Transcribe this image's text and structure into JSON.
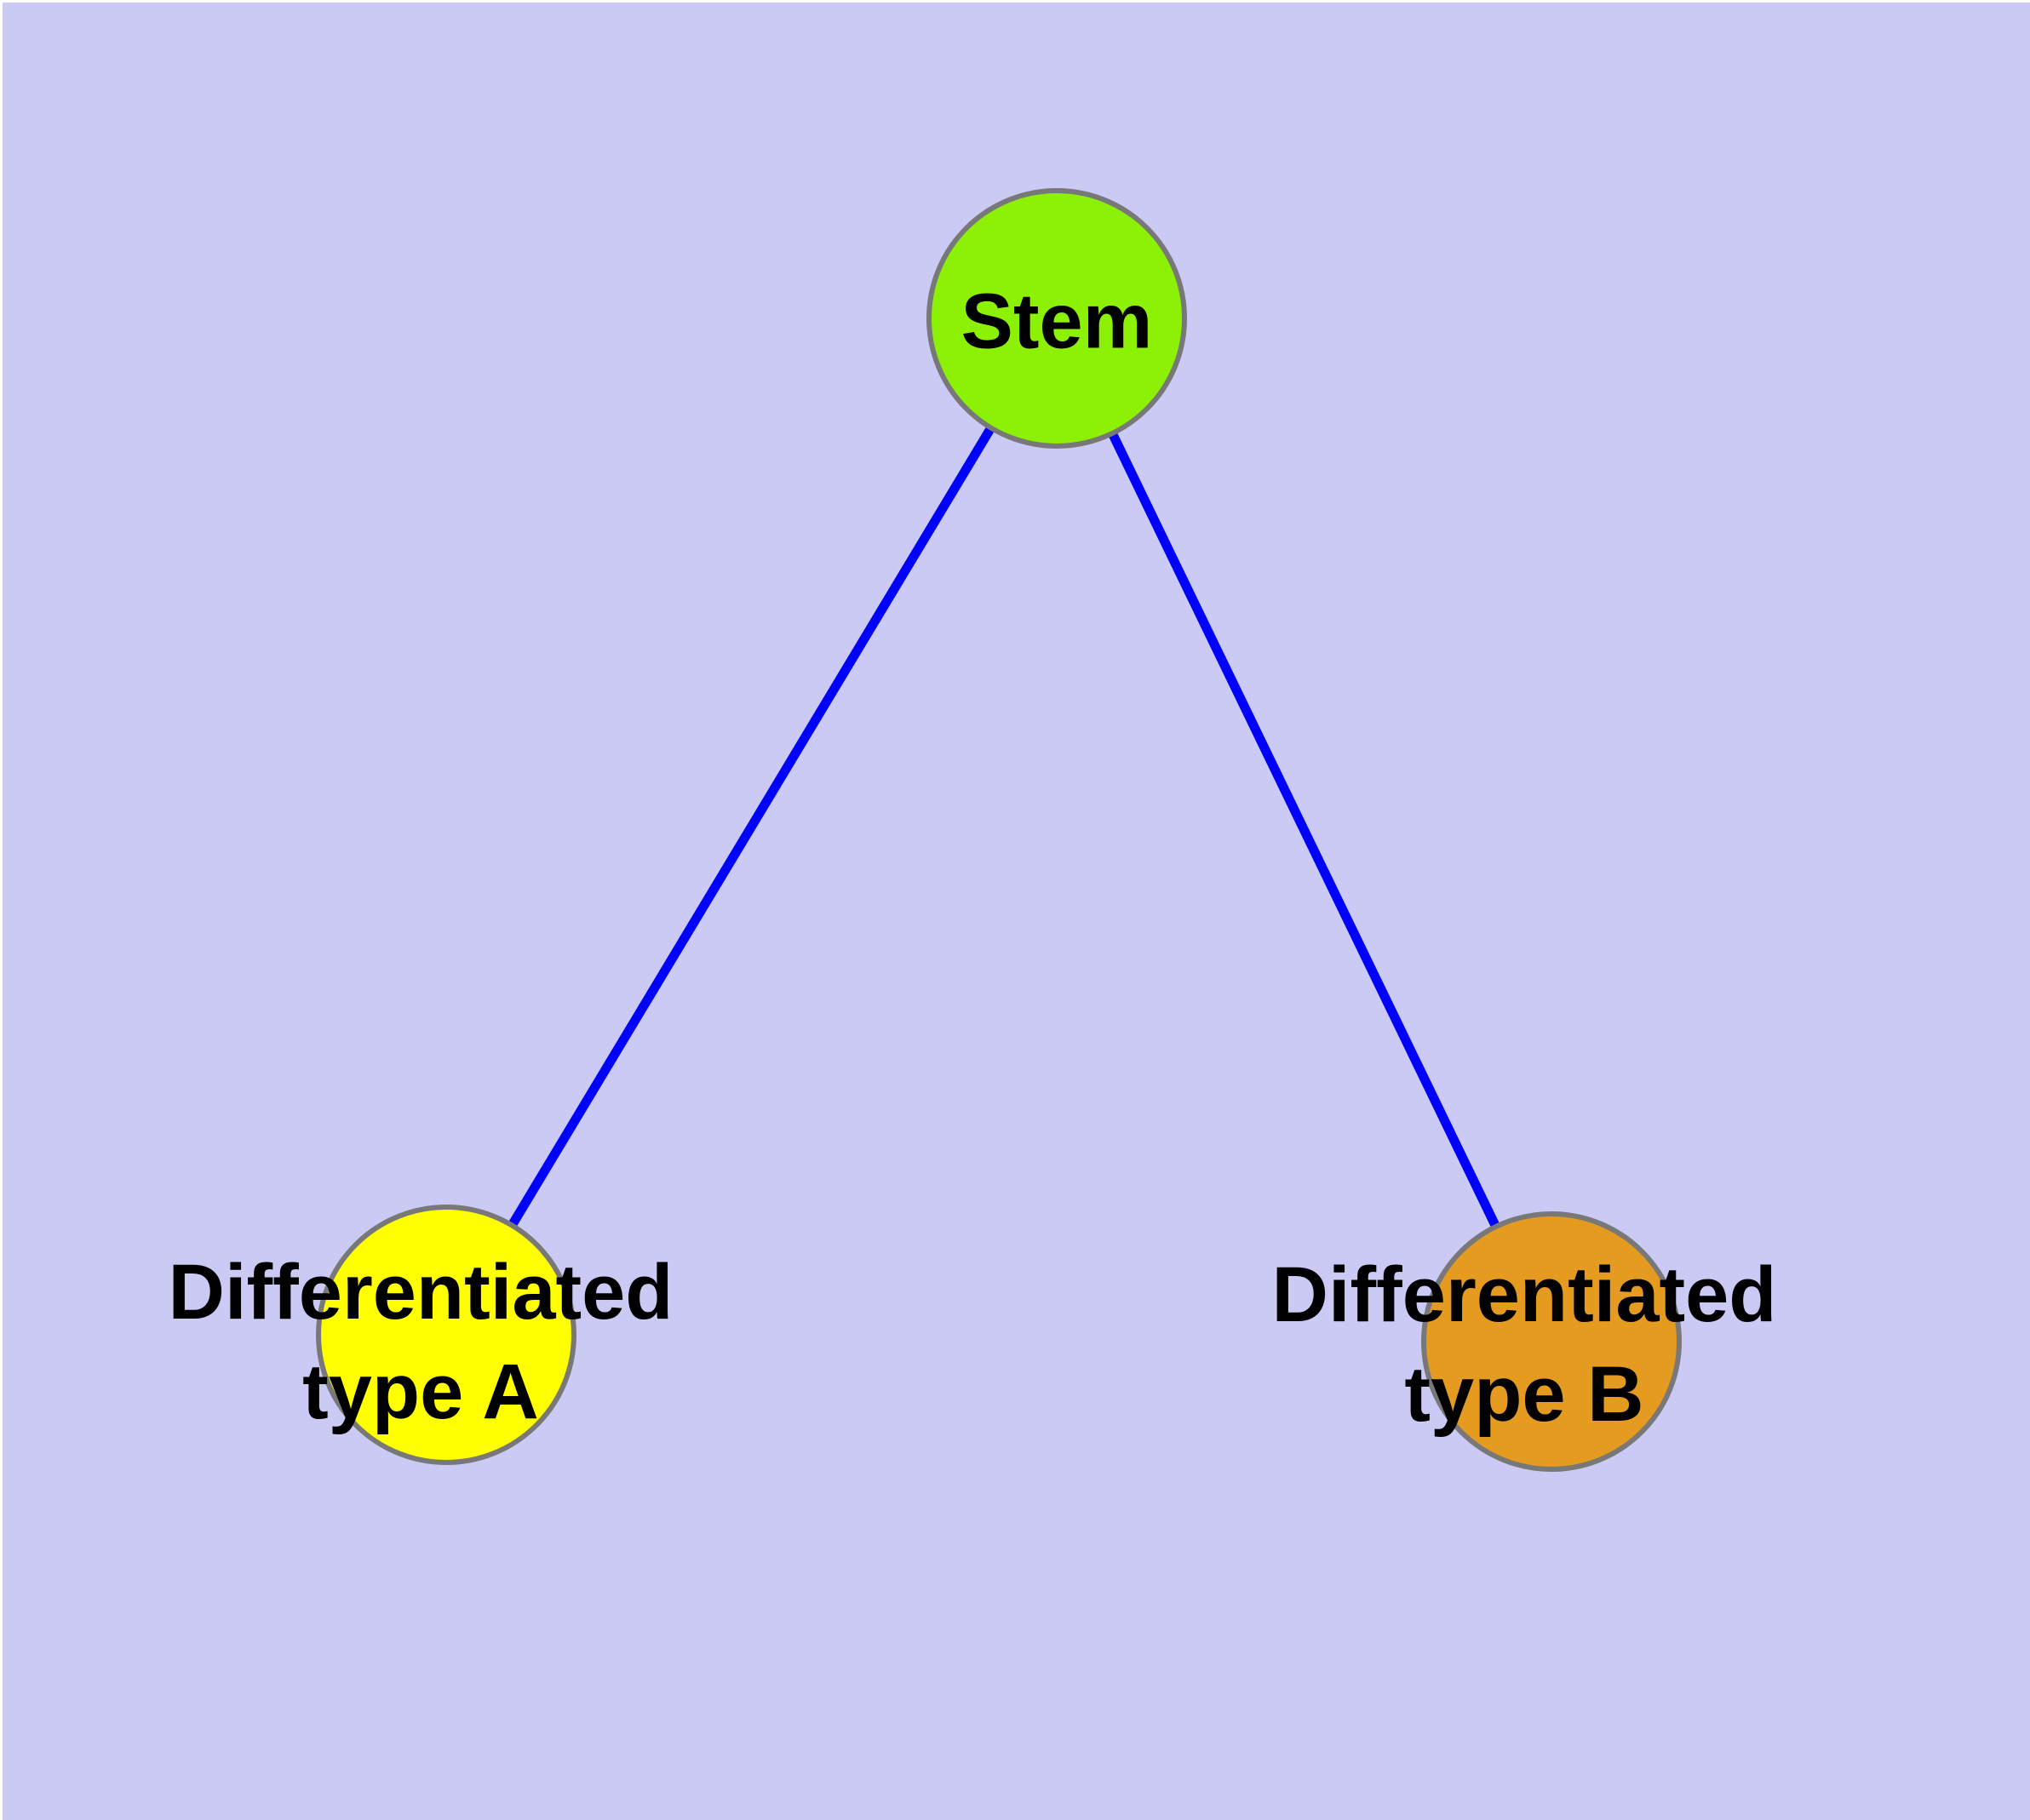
{
  "graph": {
    "background_color": "#CACAF5",
    "edge_color": "#0000FF",
    "node_border_color": "#787878",
    "label_color": "#000000",
    "nodes": [
      {
        "id": "stem",
        "label": "Stem",
        "color": "#8DF106"
      },
      {
        "id": "differentiated-type-a",
        "label": "Differentiated\ntype A",
        "color": "#FFFF00"
      },
      {
        "id": "differentiated-type-b",
        "label": "Differentiated\ntype B",
        "color": "#E59A20"
      }
    ],
    "edges": [
      {
        "from": "stem",
        "to": "differentiated-type-a"
      },
      {
        "from": "stem",
        "to": "differentiated-type-b"
      }
    ]
  }
}
